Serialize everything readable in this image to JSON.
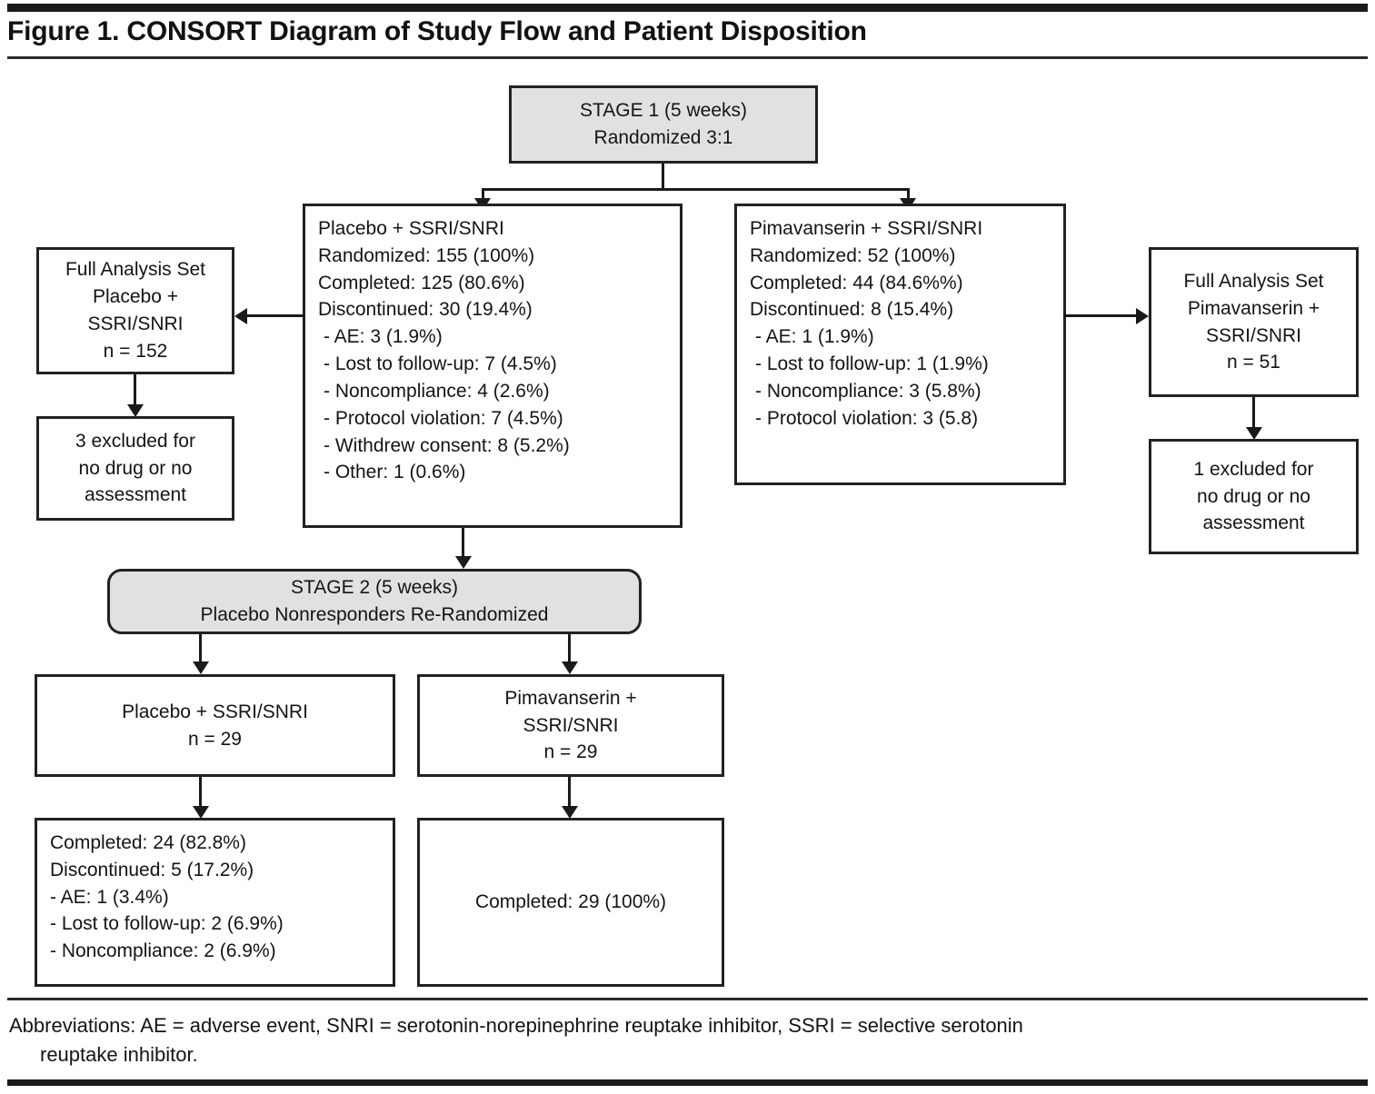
{
  "figure": {
    "title": "Figure 1. CONSORT Diagram of Study Flow and Patient Disposition"
  },
  "diagram": {
    "stage1": {
      "line1": "STAGE 1 (5 weeks)",
      "line2": "Randomized 3:1"
    },
    "placebo_arm": {
      "title": "Placebo + SSRI/SNRI",
      "randomized": "Randomized: 155 (100%)",
      "completed": "Completed: 125 (80.6%)",
      "discontinued": "Discontinued: 30 (19.4%)",
      "reasons": [
        "-  AE: 3 (1.9%)",
        "-  Lost to follow-up: 7 (4.5%)",
        "-  Noncompliance: 4 (2.6%)",
        "-  Protocol violation: 7 (4.5%)",
        "-  Withdrew consent: 8 (5.2%)",
        "-  Other: 1 (0.6%)"
      ]
    },
    "pimavanserin_arm": {
      "title": "Pimavanserin + SSRI/SNRI",
      "randomized": "Randomized: 52 (100%)",
      "completed": "Completed: 44 (84.6%%)",
      "discontinued": "Discontinued: 8 (15.4%)",
      "reasons": [
        "-  AE: 1 (1.9%)",
        "-  Lost to follow-up: 1 (1.9%)",
        "-  Noncompliance: 3 (5.8%)",
        "-  Protocol violation: 3 (5.8)"
      ]
    },
    "fas_placebo": {
      "line1": "Full Analysis Set",
      "line2": "Placebo +",
      "line3": "SSRI/SNRI",
      "line4": "n = 152"
    },
    "excluded_placebo": {
      "line1": "3 excluded for",
      "line2": "no drug or no",
      "line3": "assessment"
    },
    "fas_pimavanserin": {
      "line1": "Full Analysis Set",
      "line2": "Pimavanserin +",
      "line3": "SSRI/SNRI",
      "line4": "n = 51"
    },
    "excluded_pimavanserin": {
      "line1": "1 excluded for",
      "line2": "no drug or no",
      "line3": "assessment"
    },
    "stage2": {
      "line1": "STAGE 2 (5 weeks)",
      "line2": "Placebo Nonresponders Re-Randomized"
    },
    "stage2_placebo": {
      "line1": "Placebo + SSRI/SNRI",
      "line2": "n = 29"
    },
    "stage2_pimavanserin": {
      "line1": "Pimavanserin +",
      "line2": "SSRI/SNRI",
      "line3": "n = 29"
    },
    "stage2_placebo_outcome": {
      "completed": "Completed: 24 (82.8%)",
      "discontinued": "Discontinued: 5 (17.2%)",
      "reasons": [
        "- AE: 1 (3.4%)",
        "- Lost to follow-up: 2 (6.9%)",
        "- Noncompliance: 2 (6.9%)"
      ]
    },
    "stage2_pimavanserin_outcome": {
      "completed": "Completed: 29 (100%)"
    }
  },
  "footnote": {
    "line1": "Abbreviations: AE = adverse event, SNRI = serotonin-norepinephrine reuptake inhibitor, SSRI = selective serotonin",
    "line2": "reuptake inhibitor."
  }
}
